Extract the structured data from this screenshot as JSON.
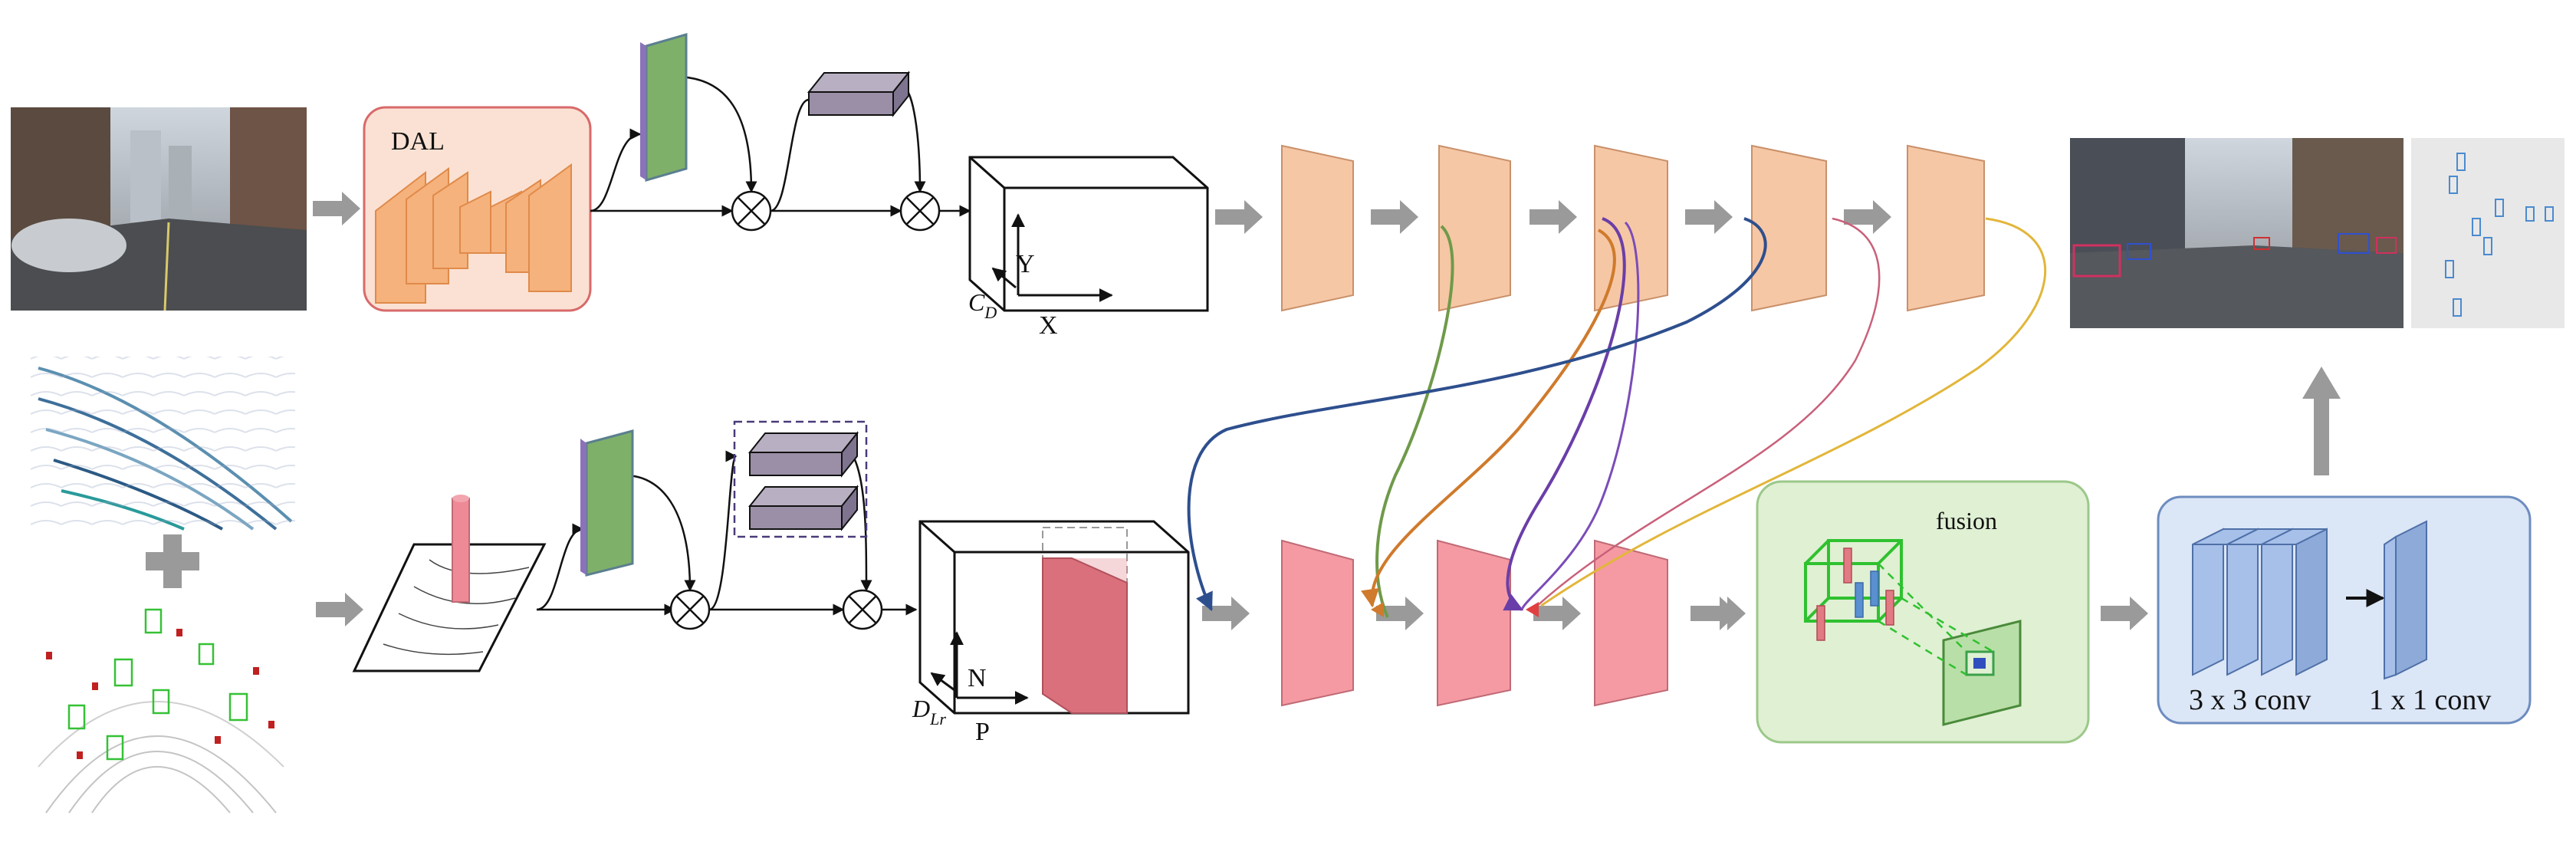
{
  "labels": {
    "dal": "DAL",
    "fusion": "fusion",
    "conv3": "3 x 3 conv",
    "conv1": "1 x 1 conv",
    "axis_y": "Y",
    "axis_x": "X",
    "axis_cd": "C",
    "axis_cd_sub": "D",
    "axis_n": "N",
    "axis_p": "P",
    "axis_dlr": "D",
    "axis_dlr_sub": "Lr"
  },
  "colors": {
    "camera_stage": "#f6c7a4",
    "camera_stage_stroke": "#c9906a",
    "lidar_stage": "#f59aa3",
    "lidar_stage_stroke": "#c06a75",
    "arrow_gray": "#9a9a9a",
    "dal_box": "#fbe1d3",
    "dal_border": "#d86a6a",
    "fusion_box": "#dff0d3",
    "fusion_border": "#9cc88a",
    "head_box": "#dbe6f6",
    "head_border": "#6d8cc0",
    "green_map": "#7fb069",
    "dark_block": "#9a8fa6",
    "connector_green": "#6f9a4a",
    "connector_orange": "#cf7a2c",
    "connector_purple": "#6a3ea8",
    "connector_navy": "#2e4f8e",
    "connector_pink": "#c9607a",
    "connector_yellow": "#e2b63a"
  },
  "icons": [
    "multiply-icon",
    "plus-icon",
    "right-arrow-icon",
    "up-arrow-icon"
  ]
}
